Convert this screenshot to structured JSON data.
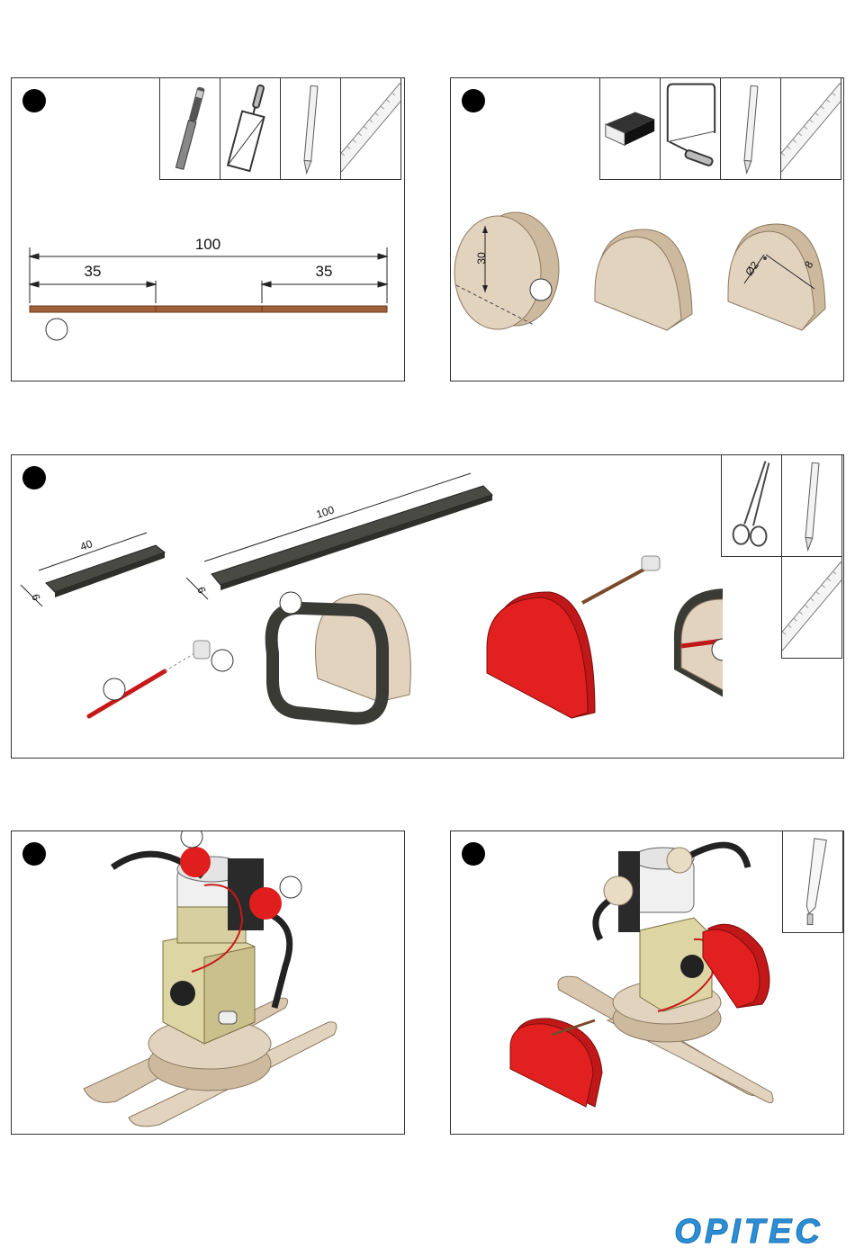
{
  "brand": {
    "logo_text": "OPITEC",
    "color": "#2a8fd6"
  },
  "colors": {
    "wood": "#d9c7b0",
    "felt": "#4a4a44",
    "red": "#e01e1e",
    "dowel": "#a0603a"
  },
  "panel1": {
    "tools": [
      "file-icon",
      "hacksaw-icon",
      "pencil-icon",
      "ruler-icon"
    ],
    "dimensions": {
      "total": "100",
      "left": "35",
      "right": "35"
    }
  },
  "panel2": {
    "tools": [
      "sanding-block-icon",
      "fretsaw-icon",
      "pencil-icon",
      "ruler-icon"
    ],
    "dimensions": {
      "diameter": "30",
      "hole": "Ø2",
      "offset": "8"
    }
  },
  "panel3": {
    "tools": [
      "scissors-icon",
      "pencil-icon",
      "ruler-icon"
    ],
    "dimensions": {
      "short_length": "40",
      "short_width": "6",
      "long_length": "100",
      "long_width": "6"
    }
  },
  "panel5": {
    "tools": [
      "glue-tube-icon"
    ]
  }
}
